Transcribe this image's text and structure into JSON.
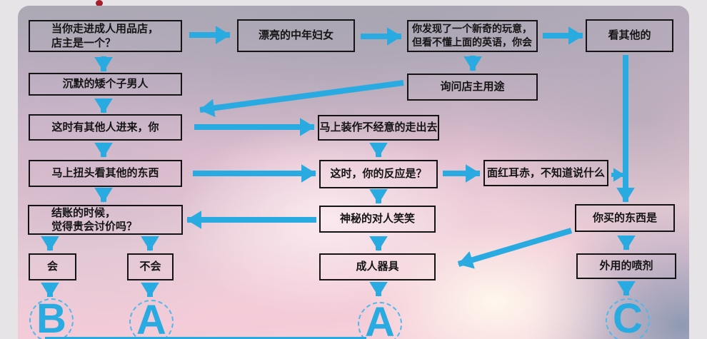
{
  "colors": {
    "accent_blue": "#29ABE2",
    "decoration_dot_red": "#A61F2E"
  },
  "flowchart": {
    "nodes": [
      {
        "label": "当你走进成人用品店，\n店主是一个？"
      },
      {
        "label": "漂亮的中年妇女"
      },
      {
        "label": "你发现了一个新奇的玩意，\n但看不懂上面的英语，你会"
      },
      {
        "label": "看其他的"
      },
      {
        "label": "沉默的矮个子男人"
      },
      {
        "label": "询问店主用途"
      },
      {
        "label": "这时有其他人进来，你"
      },
      {
        "label": "马上装作不经意的走出去"
      },
      {
        "label": "马上扭头看其他的东西"
      },
      {
        "label": "这时，你的反应是？"
      },
      {
        "label": "面红耳赤，不知道说什么"
      },
      {
        "label": "你买的东西是"
      },
      {
        "label": "结账的时候，\n觉得贵会讨价吗？"
      },
      {
        "label": "神秘的对人笑笑"
      },
      {
        "label": "会"
      },
      {
        "label": "不会"
      },
      {
        "label": "成人器具"
      },
      {
        "label": "外用的喷剂"
      }
    ],
    "endpoints": [
      {
        "letter": "B"
      },
      {
        "letter": "A"
      },
      {
        "letter": "A"
      },
      {
        "letter": "C"
      }
    ]
  }
}
